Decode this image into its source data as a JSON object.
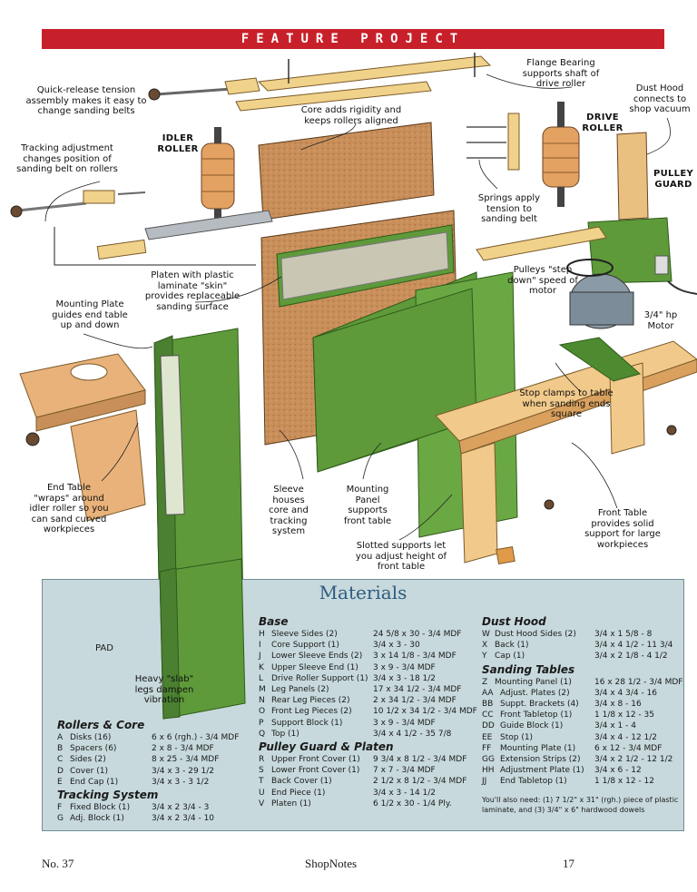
{
  "banner": "FEATURE PROJECT",
  "callouts": {
    "quick_release": "Quick-release tension assembly makes it easy to change sanding belts",
    "tracking": "Tracking adjustment changes position of sanding belt on rollers",
    "idler_roller": "IDLER ROLLER",
    "core": "Core adds rigidity and keeps rollers aligned",
    "flange": "Flange Bearing supports shaft of drive roller",
    "dust_hood": "Dust Hood connects to shop vacuum",
    "drive_roller": "DRIVE ROLLER",
    "pulley_guard": "PULLEY GUARD",
    "springs": "Springs apply tension to sanding belt",
    "pulleys": "Pulleys \"step down\" speed of motor",
    "motor": "3/4\" hp Motor",
    "platen": "Platen with plastic laminate \"skin\" provides replaceable sanding surface",
    "mounting_plate": "Mounting Plate guides end table up and down",
    "stop": "Stop clamps to table when sanding ends square",
    "end_table": "End Table \"wraps\" around idler roller so you can sand curved workpieces",
    "sleeve": "Sleeve houses core and tracking system",
    "mounting_panel": "Mounting Panel supports front table",
    "slotted": "Slotted supports let you adjust height of front table",
    "front_table": "Front Table provides solid support for large workpieces",
    "pad": "PAD",
    "heavy_slab": "Heavy \"slab\" legs dampen vibration"
  },
  "materials": {
    "title": "Materials",
    "rollers_core": {
      "heading": "Rollers & Core",
      "items": [
        {
          "code": "A",
          "name": "Disks (16)",
          "dim": "6 x 6 (rgh.) - 3/4 MDF"
        },
        {
          "code": "B",
          "name": "Spacers (6)",
          "dim": "2 x 8 - 3/4 MDF"
        },
        {
          "code": "C",
          "name": "Sides (2)",
          "dim": "8 x 25 - 3/4 MDF"
        },
        {
          "code": "D",
          "name": "Cover (1)",
          "dim": "3/4 x 3 - 29 1/2"
        },
        {
          "code": "E",
          "name": "End Cap (1)",
          "dim": "3/4 x 3 - 3 1/2"
        }
      ]
    },
    "tracking_system": {
      "heading": "Tracking System",
      "items": [
        {
          "code": "F",
          "name": "Fixed Block (1)",
          "dim": "3/4 x 2 3/4 - 3"
        },
        {
          "code": "G",
          "name": "Adj. Block (1)",
          "dim": "3/4 x 2 3/4 - 10"
        }
      ]
    },
    "base": {
      "heading": "Base",
      "items": [
        {
          "code": "H",
          "name": "Sleeve Sides (2)",
          "dim": "24 5/8 x 30 - 3/4 MDF"
        },
        {
          "code": "I",
          "name": "Core Support (1)",
          "dim": "3/4 x 3 - 30"
        },
        {
          "code": "J",
          "name": "Lower Sleeve Ends (2)",
          "dim": "3 x 14 1/8 - 3/4 MDF"
        },
        {
          "code": "K",
          "name": "Upper Sleeve End (1)",
          "dim": "3 x 9 - 3/4 MDF"
        },
        {
          "code": "L",
          "name": "Drive Roller Support (1)",
          "dim": "3/4 x 3 - 18 1/2"
        },
        {
          "code": "M",
          "name": "Leg Panels (2)",
          "dim": "17 x 34 1/2 - 3/4 MDF"
        },
        {
          "code": "N",
          "name": "Rear Leg Pieces (2)",
          "dim": "2 x 34 1/2 - 3/4 MDF"
        },
        {
          "code": "O",
          "name": "Front Leg Pieces (2)",
          "dim": "10 1/2 x 34 1/2 - 3/4 MDF"
        },
        {
          "code": "P",
          "name": "Support Block (1)",
          "dim": "3 x 9 - 3/4 MDF"
        },
        {
          "code": "Q",
          "name": "Top (1)",
          "dim": "3/4 x 4 1/2 - 35 7/8"
        }
      ]
    },
    "pulley_guard_platen": {
      "heading": "Pulley Guard & Platen",
      "items": [
        {
          "code": "R",
          "name": "Upper Front Cover (1)",
          "dim": "9 3/4 x 8 1/2 - 3/4 MDF"
        },
        {
          "code": "S",
          "name": "Lower Front Cover (1)",
          "dim": "7 x 7 - 3/4 MDF"
        },
        {
          "code": "T",
          "name": "Back Cover (1)",
          "dim": "2 1/2 x 8 1/2 - 3/4 MDF"
        },
        {
          "code": "U",
          "name": "End Piece (1)",
          "dim": "3/4 x 3 - 14 1/2"
        },
        {
          "code": "V",
          "name": "Platen (1)",
          "dim": "6 1/2 x 30 - 1/4 Ply."
        }
      ]
    },
    "dust_hood": {
      "heading": "Dust Hood",
      "items": [
        {
          "code": "W",
          "name": "Dust Hood Sides (2)",
          "dim": "3/4 x 1 5/8 - 8"
        },
        {
          "code": "X",
          "name": "Back (1)",
          "dim": "3/4 x 4 1/2 - 11 3/4"
        },
        {
          "code": "Y",
          "name": "Cap (1)",
          "dim": "3/4 x 2 1/8 - 4 1/2"
        }
      ]
    },
    "sanding_tables": {
      "heading": "Sanding Tables",
      "items": [
        {
          "code": "Z",
          "name": "Mounting Panel (1)",
          "dim": "16 x 28 1/2 - 3/4 MDF"
        },
        {
          "code": "AA",
          "name": "Adjust. Plates (2)",
          "dim": "3/4 x 4 3/4 - 16"
        },
        {
          "code": "BB",
          "name": "Suppt. Brackets (4)",
          "dim": "3/4 x 8 - 16"
        },
        {
          "code": "CC",
          "name": "Front Tabletop (1)",
          "dim": "1 1/8 x 12 - 35"
        },
        {
          "code": "DD",
          "name": "Guide Block (1)",
          "dim": "3/4 x 1 - 4"
        },
        {
          "code": "EE",
          "name": "Stop (1)",
          "dim": "3/4 x 4 - 12 1/2"
        },
        {
          "code": "FF",
          "name": "Mounting Plate (1)",
          "dim": "6 x 12 - 3/4 MDF"
        },
        {
          "code": "GG",
          "name": "Extension Strips (2)",
          "dim": "3/4 x 2 1/2 - 12 1/2"
        },
        {
          "code": "HH",
          "name": "Adjustment Plate (1)",
          "dim": "3/4 x 6 - 12"
        },
        {
          "code": "JJ",
          "name": "End Tabletop (1)",
          "dim": "1 1/8 x 12 - 12"
        }
      ]
    },
    "note": "You'll also need: (1) 7 1/2\" x 31\" (rgh.) piece of plastic laminate, and (3) 3/4\" x 6\" hardwood dowels"
  },
  "footer": {
    "issue": "No. 37",
    "magazine": "ShopNotes",
    "page": "17"
  },
  "colors": {
    "banner": "#c8202a",
    "green": "#5e9a3a",
    "wood": "#e9b27a",
    "mdf": "#c98f5a",
    "materials_bg": "#c7d9dc",
    "materials_title": "#2f5b80"
  }
}
